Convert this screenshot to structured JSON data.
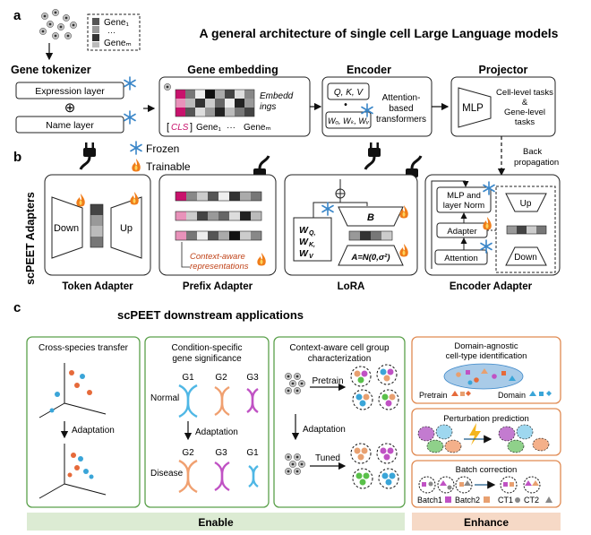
{
  "panel_a": {
    "label": "a",
    "title": "A general architecture of single cell Large Language models",
    "gene_list": [
      "Gene₁",
      "···",
      "Geneₘ"
    ],
    "tokenizer": {
      "title": "Gene tokenizer",
      "expression": "Expression layer",
      "plus": "⊕",
      "name": "Name layer"
    },
    "embedding": {
      "title": "Gene embedding",
      "embeddings_l1": "Embedd",
      "embeddings_l2": "ings",
      "cls": "CLS",
      "gene1": "Gene₁",
      "dots": "···",
      "genem": "Geneₘ"
    },
    "encoder": {
      "title": "Encoder",
      "qkv": "Q, K, V",
      "dot": "•",
      "wqkv": "Wₒ, Wₖ, Wᵥ",
      "attn_l1": "Attention-",
      "attn_l2": "based",
      "attn_l3": "transformers"
    },
    "projector": {
      "title": "Projector",
      "mlp": "MLP",
      "cell_tasks": "Cell-level tasks",
      "amp": "&",
      "gene_tasks_l1": "Gene-level",
      "gene_tasks_l2": "tasks"
    },
    "backprop_l1": "Back",
    "backprop_l2": "propagation"
  },
  "panel_b": {
    "label": "b",
    "side_label": "scPEET Adapters",
    "legend": {
      "frozen": "Frozen",
      "trainable": "Trainable"
    },
    "token_adapter": {
      "down": "Down",
      "up": "Up",
      "caption": "Token Adapter"
    },
    "prefix_adapter": {
      "ctx_l1": "Context-aware",
      "ctx_l2": "representations",
      "caption": "Prefix Adapter"
    },
    "lora": {
      "w_l1": "W",
      "w_l2": "W",
      "w_l3": "W",
      "b": "B",
      "a": "A=N(0,σ²)",
      "caption": "LoRA"
    },
    "encoder_adapter": {
      "mlp_l1": "MLP and",
      "mlp_l2": "layer Norm",
      "adapter": "Adapter",
      "attention": "Attention",
      "up": "Up",
      "down": "Down",
      "caption": "Encoder Adapter"
    }
  },
  "panel_c": {
    "label": "c",
    "title": "scPEET downstream applications",
    "cross_species": {
      "title": "Cross-species transfer",
      "adaptation": "Adaptation"
    },
    "condition": {
      "title_l1": "Condition-specific",
      "title_l2": "gene significance",
      "normal": "Normal",
      "disease": "Disease",
      "adaptation": "Adaptation",
      "g_top": [
        "G1",
        "G2",
        "G3"
      ],
      "g_bottom": [
        "G2",
        "G3",
        "G1"
      ]
    },
    "context": {
      "title_l1": "Context-aware cell group",
      "title_l2": "characterization",
      "pretrain": "Pretrain",
      "adaptation": "Adaptation",
      "tuned": "Tuned"
    },
    "domain": {
      "title_l1": "Domain-agnostic",
      "title_l2": "cell-type identification",
      "pretrain": "Pretrain",
      "domain": "Domain"
    },
    "perturbation": {
      "title": "Perturbation prediction"
    },
    "batch": {
      "title": "Batch correction",
      "batch1": "Batch1",
      "batch2": "Batch2",
      "ct1": "CT1",
      "ct2": "CT2"
    },
    "enable": "Enable",
    "enhance": "Enhance"
  },
  "colors": {
    "green_border": "#5aa04a",
    "green_band": "#dcebd3",
    "orange_border": "#e08a52",
    "orange_band": "#f6d9c6",
    "pink": "#c8126c",
    "flame": "#f07d1a",
    "snow": "#3a86c8"
  }
}
